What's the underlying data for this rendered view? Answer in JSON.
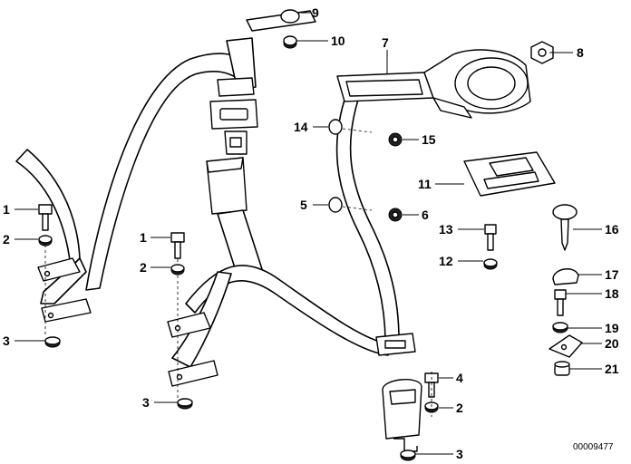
{
  "diagram": {
    "document_id": "00009477",
    "callouts": [
      {
        "id": "c1a",
        "label": "1"
      },
      {
        "id": "c2a",
        "label": "2"
      },
      {
        "id": "c3a",
        "label": "3"
      },
      {
        "id": "c1b",
        "label": "1"
      },
      {
        "id": "c2b",
        "label": "2"
      },
      {
        "id": "c3b",
        "label": "3"
      },
      {
        "id": "c4",
        "label": "4"
      },
      {
        "id": "c2c",
        "label": "2"
      },
      {
        "id": "c3c",
        "label": "3"
      },
      {
        "id": "c5",
        "label": "5"
      },
      {
        "id": "c6",
        "label": "6"
      },
      {
        "id": "c7",
        "label": "7"
      },
      {
        "id": "c8",
        "label": "8"
      },
      {
        "id": "c9",
        "label": "9"
      },
      {
        "id": "c10",
        "label": "10"
      },
      {
        "id": "c11",
        "label": "11"
      },
      {
        "id": "c12",
        "label": "12"
      },
      {
        "id": "c13",
        "label": "13"
      },
      {
        "id": "c14",
        "label": "14"
      },
      {
        "id": "c15",
        "label": "15"
      },
      {
        "id": "c16",
        "label": "16"
      },
      {
        "id": "c17",
        "label": "17"
      },
      {
        "id": "c18",
        "label": "18"
      },
      {
        "id": "c19",
        "label": "19"
      },
      {
        "id": "c20",
        "label": "20"
      },
      {
        "id": "c21",
        "label": "21"
      }
    ]
  }
}
